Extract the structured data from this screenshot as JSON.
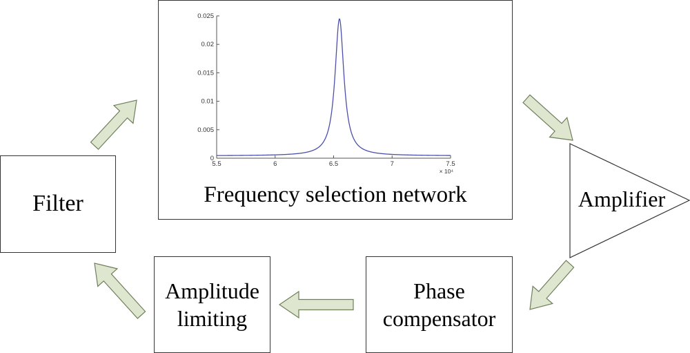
{
  "blocks": {
    "filter": "Filter",
    "frequency_network": "Frequency selection network",
    "amplifier": "Amplifier",
    "phase_line1": "Phase",
    "phase_line2": "compensator",
    "amplitude_line1": "Amplitude",
    "amplitude_line2": "limiting"
  },
  "colors": {
    "arrow_fill": "#dfe6d0",
    "arrow_stroke": "#6f7f5a",
    "curve": "#4b4fa8",
    "border": "#333333"
  },
  "chart_data": {
    "type": "line",
    "x_ticks": [
      "5.5",
      "6",
      "6.5",
      "7",
      "7.5"
    ],
    "y_ticks": [
      "0",
      "0.005",
      "0.01",
      "0.015",
      "0.02",
      "0.025"
    ],
    "x_exponent_label": "× 10⁴",
    "xlim": [
      5.5,
      7.5
    ],
    "ylim": [
      0,
      0.025
    ],
    "x_scale": 10000,
    "peak_x": 6.55,
    "peak_y": 0.0245,
    "half_width": 0.046,
    "endpoints": {
      "left_y": 0.0009,
      "right_y": 0.0005
    }
  }
}
